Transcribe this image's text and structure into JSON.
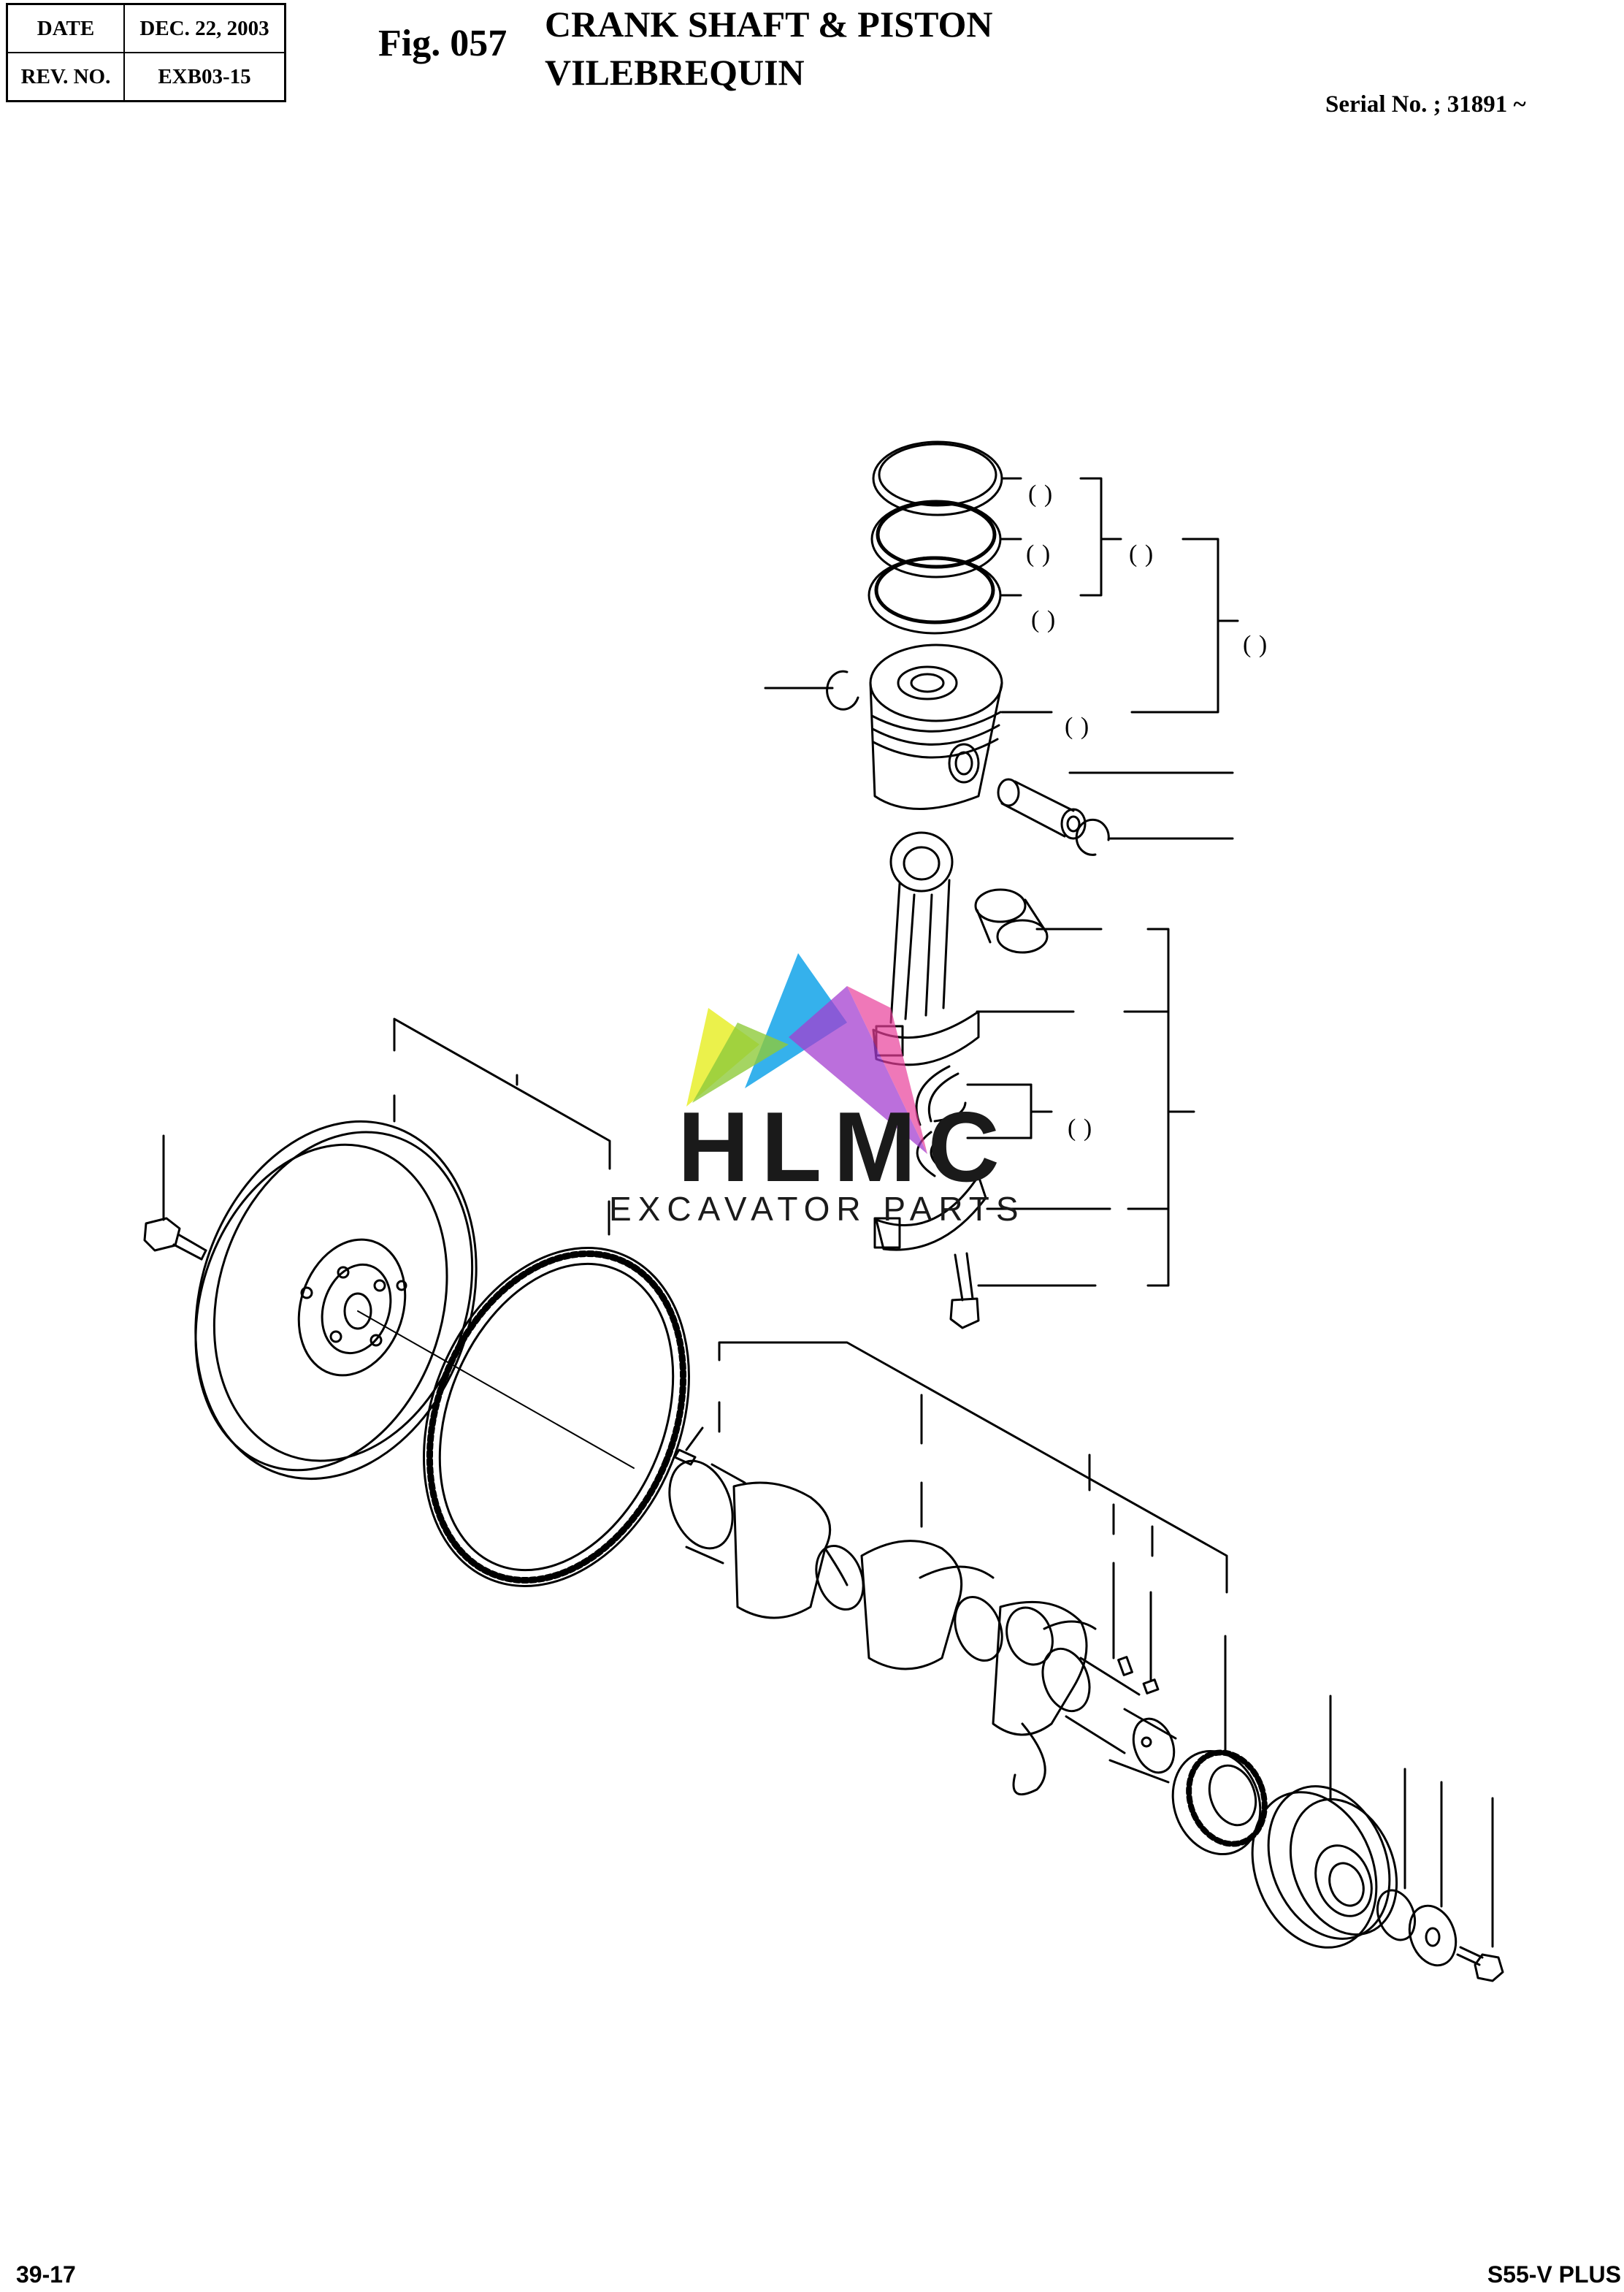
{
  "header": {
    "date_label": "DATE",
    "date_value": "DEC.  22, 2003",
    "rev_label": "REV. NO.",
    "rev_value": "EXB03-15",
    "figure": "Fig. 057",
    "title_line1": "CRANK SHAFT & PISTON",
    "title_line2": "VILEBREQUIN",
    "serial": "Serial No. ; 31891 ~"
  },
  "watermark": {
    "brand": "HLMC",
    "tagline": "EXCAVATOR PARTS"
  },
  "callouts": {
    "paren": "(    )"
  },
  "footer": {
    "page_number": "39-17",
    "model": "S55-V PLUS"
  },
  "icons": [
    "piston-rings",
    "piston",
    "piston-pin",
    "snap-ring",
    "connecting-rod",
    "bearing-shells",
    "bolt",
    "flywheel",
    "ring-gear",
    "crankshaft",
    "crank-gear",
    "pulley",
    "washer"
  ]
}
